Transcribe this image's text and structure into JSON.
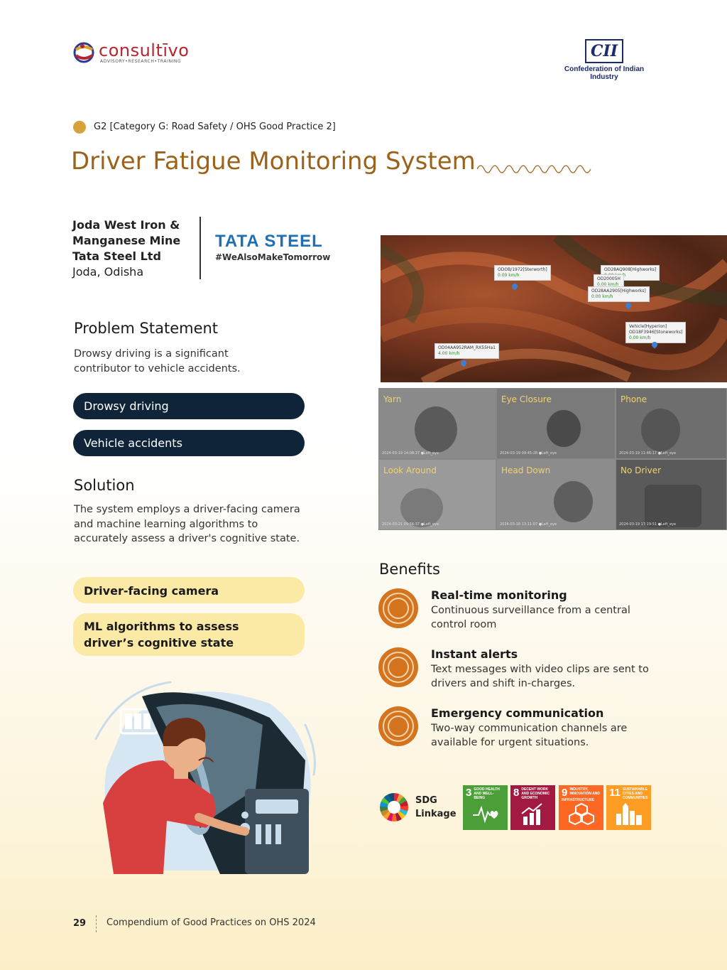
{
  "header": {
    "consultivo": {
      "name": "consultīvo",
      "tagline": "ADVISORY•RESEARCH•TRAINING"
    },
    "cii": {
      "mark": "CII",
      "name": "Confederation of Indian Industry"
    }
  },
  "category": "G2 [Category G: Road Safety / OHS Good Practice 2]",
  "title": "Driver Fatigue Monitoring System",
  "company": {
    "line1": "Joda West Iron &",
    "line2": "Manganese Mine",
    "line3": "Tata Steel Ltd",
    "location": "Joda, Odisha",
    "logo_name": "TATA STEEL",
    "logo_tag": "#WeAlsoMakeTomorrow"
  },
  "problem": {
    "heading": "Problem Statement",
    "text": "Drowsy driving is a significant contributor to vehicle accidents.",
    "pills": [
      "Drowsy driving",
      "Vehicle accidents"
    ]
  },
  "solution": {
    "heading": "Solution",
    "text": "The system employs a driver-facing camera and machine learning algorithms to accurately assess a driver's cognitive state.",
    "pills": [
      "Driver-facing camera",
      "ML algorithms to assess driver’s cognitive state"
    ]
  },
  "camera_labels": [
    "Yarn",
    "Eye Closure",
    "Phone",
    "Look Around",
    "Head Down",
    "No Driver"
  ],
  "benefits": {
    "heading": "Benefits",
    "items": [
      {
        "title": "Real-time monitoring",
        "text": "Continuous surveillance from a central control room"
      },
      {
        "title": "Instant alerts",
        "text": "Text messages with video clips are sent to drivers and shift in-charges."
      },
      {
        "title": "Emergency communication",
        "text": "Two-way communication channels are available for urgent situations."
      }
    ]
  },
  "sdg": {
    "label_line1": "SDG",
    "label_line2": "Linkage",
    "tiles": [
      {
        "num": "3",
        "caption": "GOOD HEALTH AND WELL-BEING",
        "color": "#4c9f38"
      },
      {
        "num": "8",
        "caption": "DECENT WORK AND ECONOMIC GROWTH",
        "color": "#a21942"
      },
      {
        "num": "9",
        "caption": "INDUSTRY, INNOVATION AND INFRASTRUCTURE",
        "color": "#fd6925"
      },
      {
        "num": "11",
        "caption": "SUSTAINABLE CITIES AND COMMUNITIES",
        "color": "#fd9d24"
      }
    ]
  },
  "footer": {
    "page": "29",
    "text": "Compendium of Good Practices on OHS 2024"
  }
}
